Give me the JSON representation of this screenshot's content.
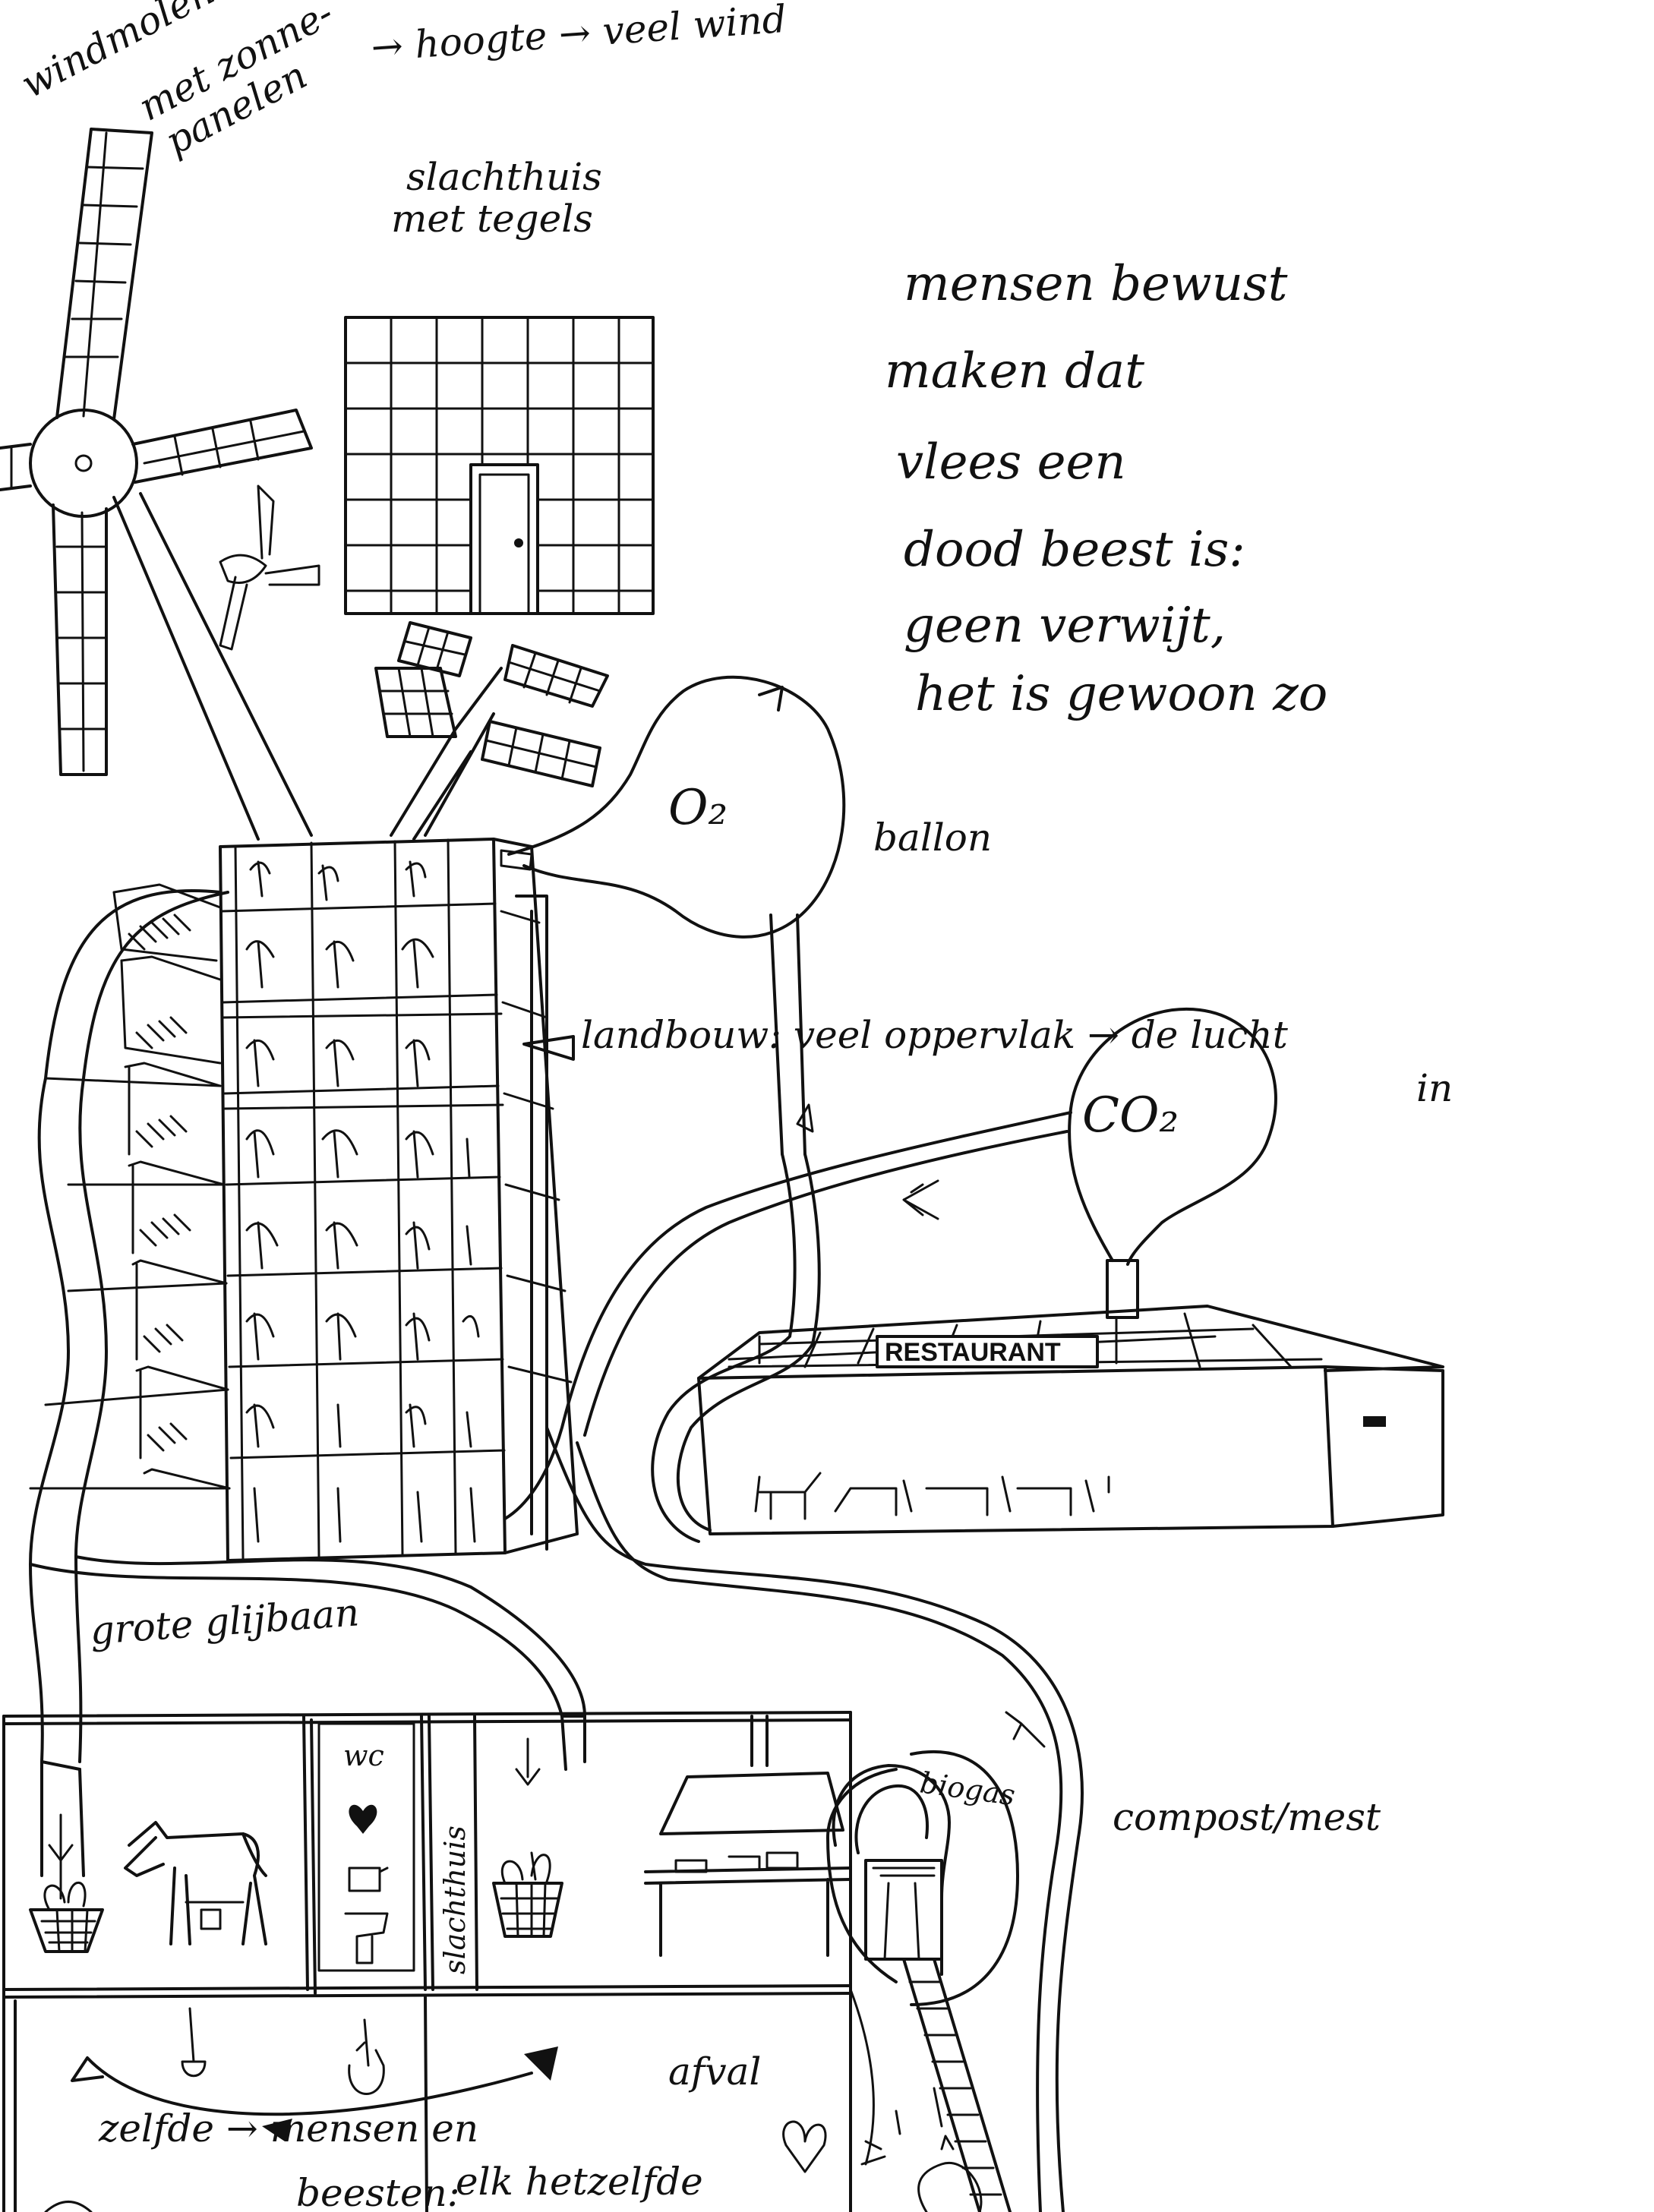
{
  "labels": {
    "windmill": [
      "windmolen",
      "met zonne-",
      "panelen"
    ],
    "height_note": "→ hoogte → veel wind",
    "slaughterhouse_top": [
      "slachthuis",
      "met tegels"
    ],
    "message": [
      "mensen bewust",
      "maken dat",
      "vlees een",
      "dood beest is:",
      "geen verwijt,",
      "het is gewoon zo"
    ],
    "o2": "O₂",
    "balloon": "ballon",
    "farming": [
      "landbouw: veel oppervlak → de lucht",
      "in"
    ],
    "co2": "CO₂",
    "restaurant_sign": "RESTAURANT",
    "slide": "grote glijbaan",
    "wc": "wc",
    "slaughterhouse_side": "slachthuis",
    "biogas": "biogas",
    "compost": "compost/mest",
    "waste": "afval",
    "same_line1": "zelfde → mensen en",
    "same_line2a": "beesten:",
    "same_line2b": "elk hetzelfde"
  }
}
